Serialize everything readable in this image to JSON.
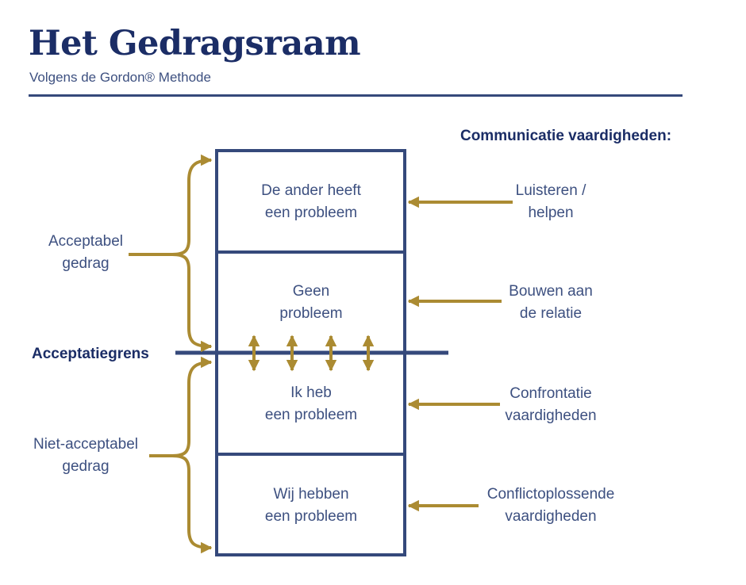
{
  "colors": {
    "navy_dark": "#1b2d66",
    "navy": "#3d5080",
    "line_navy": "#35497b",
    "gold": "#ab8b32"
  },
  "header": {
    "title": "Het Gedragsraam",
    "subtitle": "Volgens de Gordon® Methode"
  },
  "diagram": {
    "right_header": "Communicatie vaardigheden:",
    "boundary_label": "Acceptatiegrens",
    "left_labels": [
      {
        "line1": "Acceptabel",
        "line2": "gedrag"
      },
      {
        "line1": "Niet-acceptabel",
        "line2": "gedrag"
      }
    ],
    "boxes": [
      {
        "line1": "De ander heeft",
        "line2": "een probleem"
      },
      {
        "line1": "Geen",
        "line2": "probleem"
      },
      {
        "line1": "Ik heb",
        "line2": "een probleem"
      },
      {
        "line1": "Wij hebben",
        "line2": "een probleem"
      }
    ],
    "skills": [
      {
        "line1": "Luisteren /",
        "line2": "helpen"
      },
      {
        "line1": "Bouwen aan",
        "line2": "de relatie"
      },
      {
        "line1": "Confrontatie",
        "line2": "vaardigheden"
      },
      {
        "line1": "Conflictoplossende",
        "line2": "vaardigheden"
      }
    ]
  }
}
